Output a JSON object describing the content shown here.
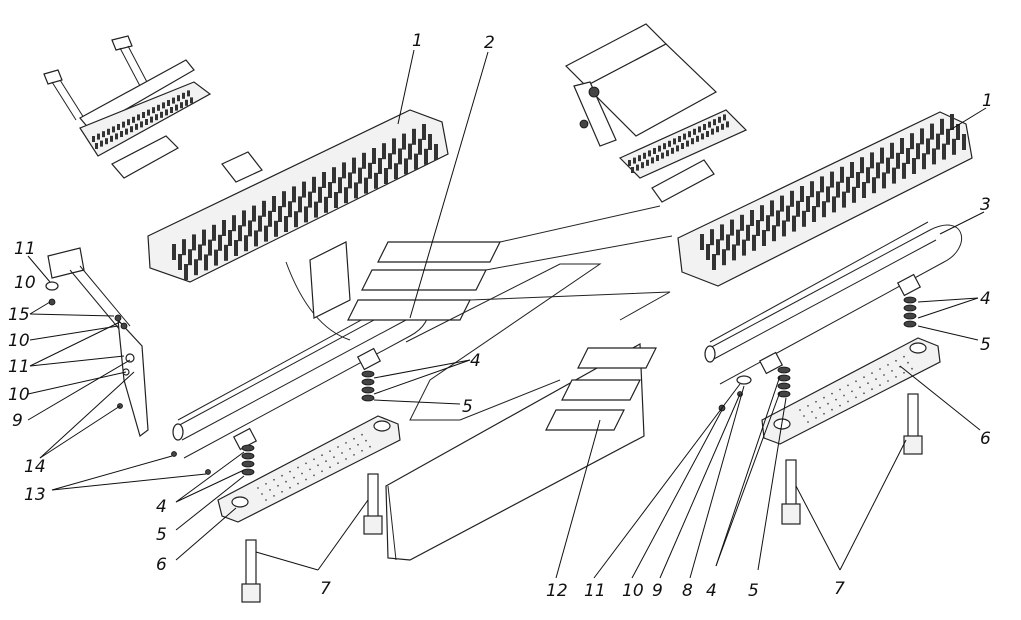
{
  "callouts": {
    "c1a": "1",
    "c2": "2",
    "c1b": "1",
    "c3": "3",
    "c4a": "4",
    "c5a": "5",
    "c6a": "6",
    "c11a": "11",
    "c10a": "10",
    "c15": "15",
    "c10b": "10",
    "c11b": "11",
    "c10c": "10",
    "c9a": "9",
    "c14": "14",
    "c13": "13",
    "c4b": "4",
    "c5b": "5",
    "c6b": "6",
    "c7a": "7",
    "c4c": "4",
    "c5c": "5",
    "c12": "12",
    "c11c": "11",
    "c10d": "10",
    "c9b": "9",
    "c8": "8",
    "c4d": "4",
    "c5d": "5",
    "c7b": "7"
  }
}
